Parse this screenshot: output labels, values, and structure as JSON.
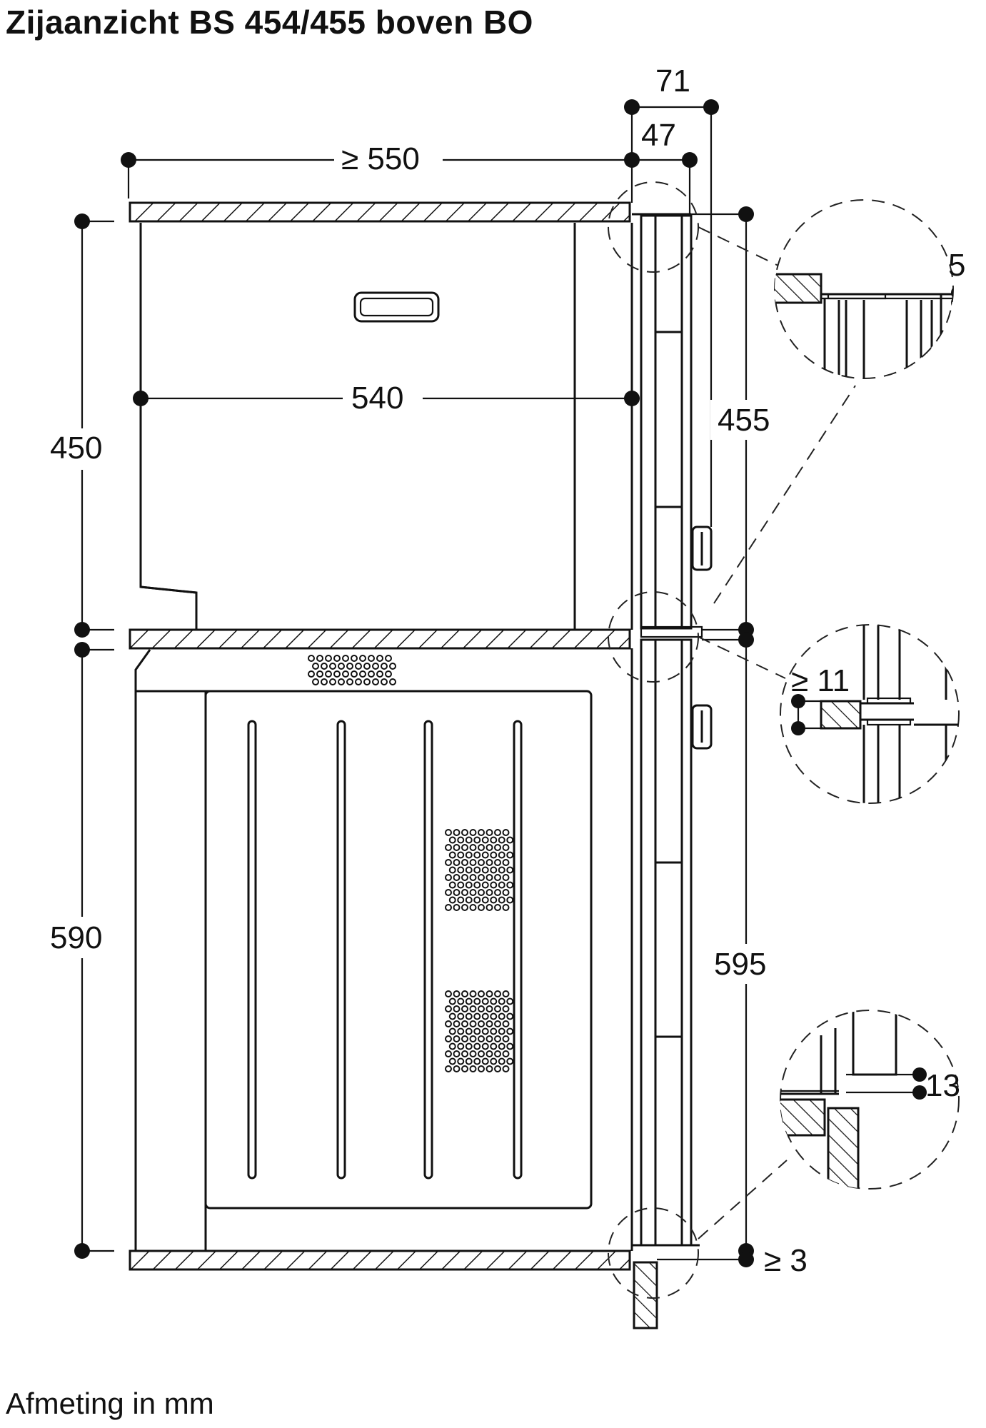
{
  "title": "Zijaanzicht BS 454/455 boven BO",
  "footer": "Afmeting in mm",
  "dimensions": {
    "depth_cabinet": "≥ 550",
    "depth_unit": "540",
    "height_upper": "450",
    "height_lower": "590",
    "door_upper": "455",
    "door_lower": "595",
    "front_total": "71",
    "front_panel": "47",
    "detail_top_gap": "5",
    "detail_mid_gap": "≥ 11",
    "detail_bottom_gap": "13",
    "bottom_gap": "≥ 3"
  }
}
